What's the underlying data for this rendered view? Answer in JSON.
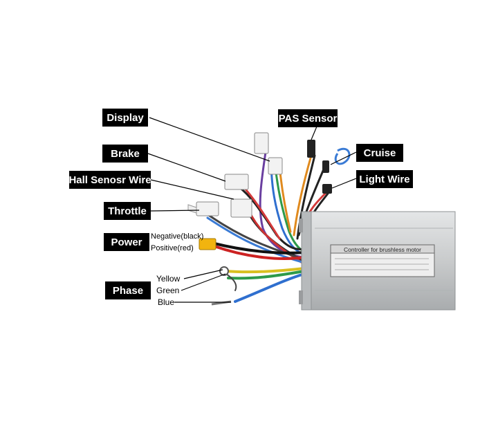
{
  "labels": {
    "display": "Display",
    "brake": "Brake",
    "hall": "Hall Senosr Wire",
    "throttle": "Throttle",
    "power": "Power",
    "phase": "Phase",
    "pas": "PAS Sensor",
    "cruise": "Cruise",
    "light": "Light Wire"
  },
  "power_leads": {
    "negative": "Negative(black)",
    "positive": "Positive(red)"
  },
  "phase_wires": {
    "yellow": "Yellow",
    "green": "Green",
    "blue": "Blue"
  },
  "nameplate": {
    "title": "Controller for brushless motor"
  },
  "colors": {
    "label_bg": "#000000",
    "label_text": "#ffffff",
    "controller_body": "#c9cbcc"
  }
}
